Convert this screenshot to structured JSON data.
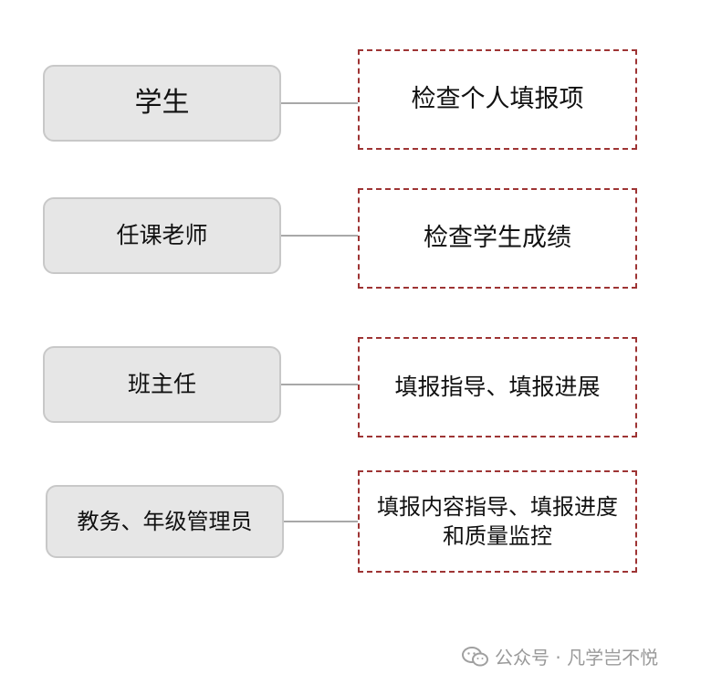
{
  "rows": [
    {
      "role": "学生",
      "task": "检查个人填报项"
    },
    {
      "role": "任课老师",
      "task": "检查学生成绩"
    },
    {
      "role": "班主任",
      "task": "填报指导、填报进展"
    },
    {
      "role": "教务、年级管理员",
      "task": "填报内容指导、填报进度和质量监控"
    }
  ],
  "watermark": {
    "icon": "wechat-icon",
    "text": "公众号 · 凡学岂不悦"
  },
  "colors": {
    "role_fill": "#e6e6e6",
    "role_border": "#c8c8c8",
    "task_border": "#9e3434",
    "connector": "#a8a8a8",
    "watermark": "#9a9a9a"
  }
}
